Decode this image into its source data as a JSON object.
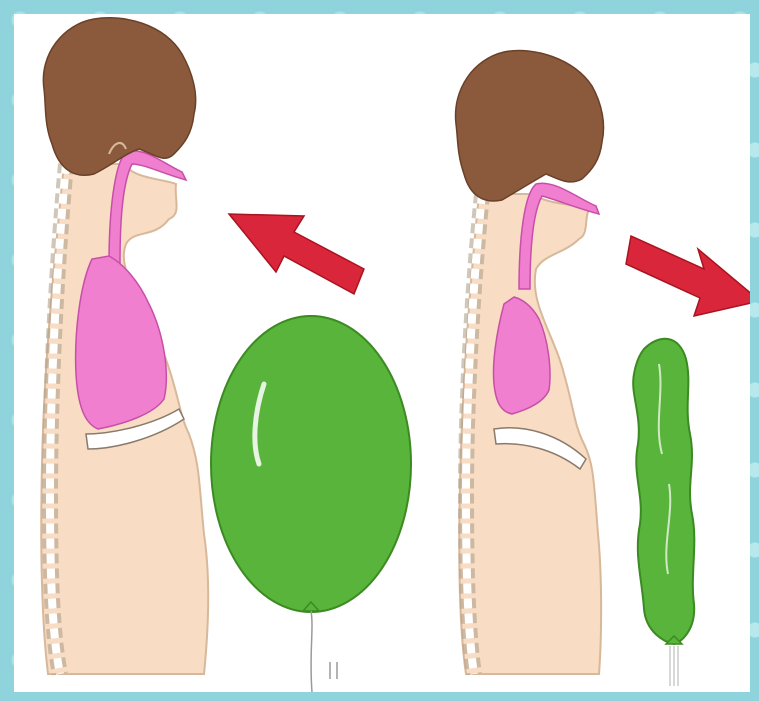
{
  "colors": {
    "frame": "#8fd3dc",
    "hair": "#8b5a3c",
    "skin": "#f8dcc4",
    "lung": "#f07fd0",
    "airway": "#f07fd0",
    "balloon": "#58b43a",
    "arrow": "#d9263a"
  },
  "figures": [
    {
      "id": "inhale",
      "lungs_state": "expanded",
      "balloon_state": "inflated",
      "arrow_direction": "toward-face"
    },
    {
      "id": "exhale",
      "lungs_state": "contracted",
      "balloon_state": "deflated",
      "arrow_direction": "away-from-face"
    }
  ]
}
